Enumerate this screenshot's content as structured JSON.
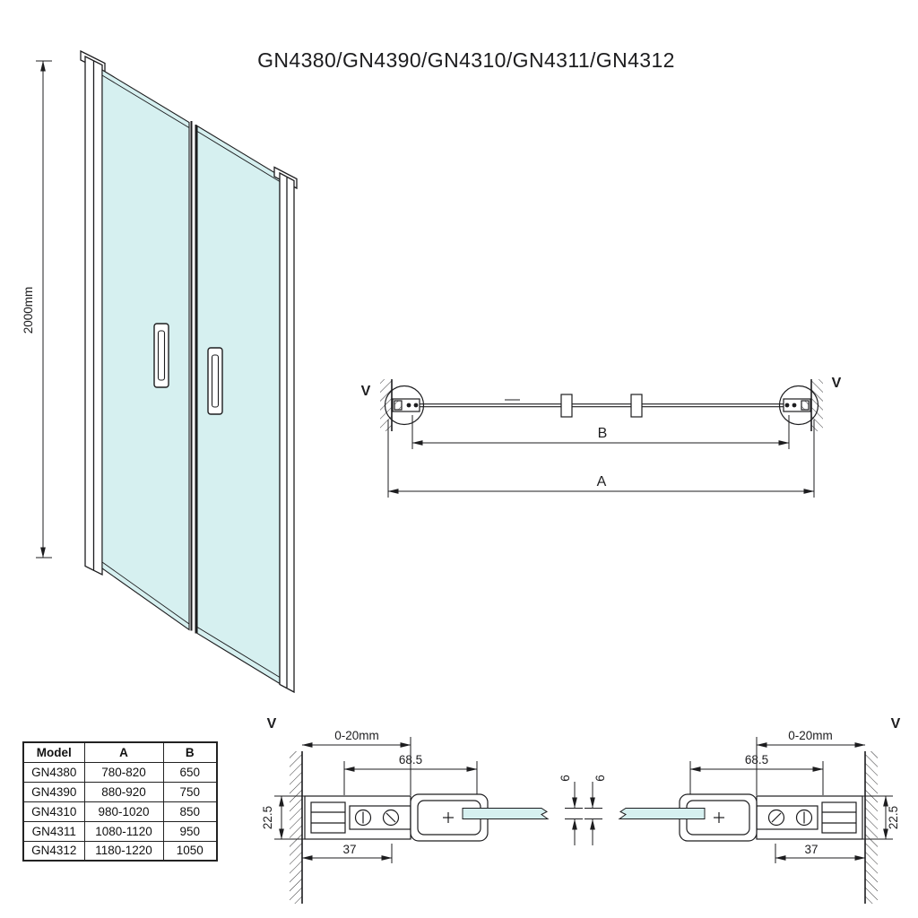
{
  "title": "GN4380/GN4390/GN4310/GN4311/GN4312",
  "colors": {
    "glass": "#d6f0f0",
    "line": "#1d1d1f"
  },
  "front_view": {
    "height_label": "2000mm"
  },
  "plan_view": {
    "left_wall_label": "V",
    "right_wall_label": "V",
    "dim_inner_label": "B",
    "dim_outer_label": "A"
  },
  "spec_table": {
    "headers": [
      "Model",
      "A",
      "B"
    ],
    "rows": [
      [
        "GN4380",
        "780-820",
        "650"
      ],
      [
        "GN4390",
        "880-920",
        "750"
      ],
      [
        "GN4310",
        "980-1020",
        "850"
      ],
      [
        "GN4311",
        "1080-1120",
        "950"
      ],
      [
        "GN4312",
        "1180-1220",
        "1050"
      ]
    ]
  },
  "detail_left": {
    "wall_label": "V",
    "adjust_label": "0-20mm",
    "profile_width_label": "68.5",
    "glass_thickness_label": "6",
    "profile_depth_label": "22.5",
    "inner_width_label": "37"
  },
  "detail_right": {
    "wall_label": "V",
    "adjust_label": "0-20mm",
    "profile_width_label": "68.5",
    "glass_thickness_label": "6",
    "profile_depth_label": "22.5",
    "inner_width_label": "37"
  }
}
